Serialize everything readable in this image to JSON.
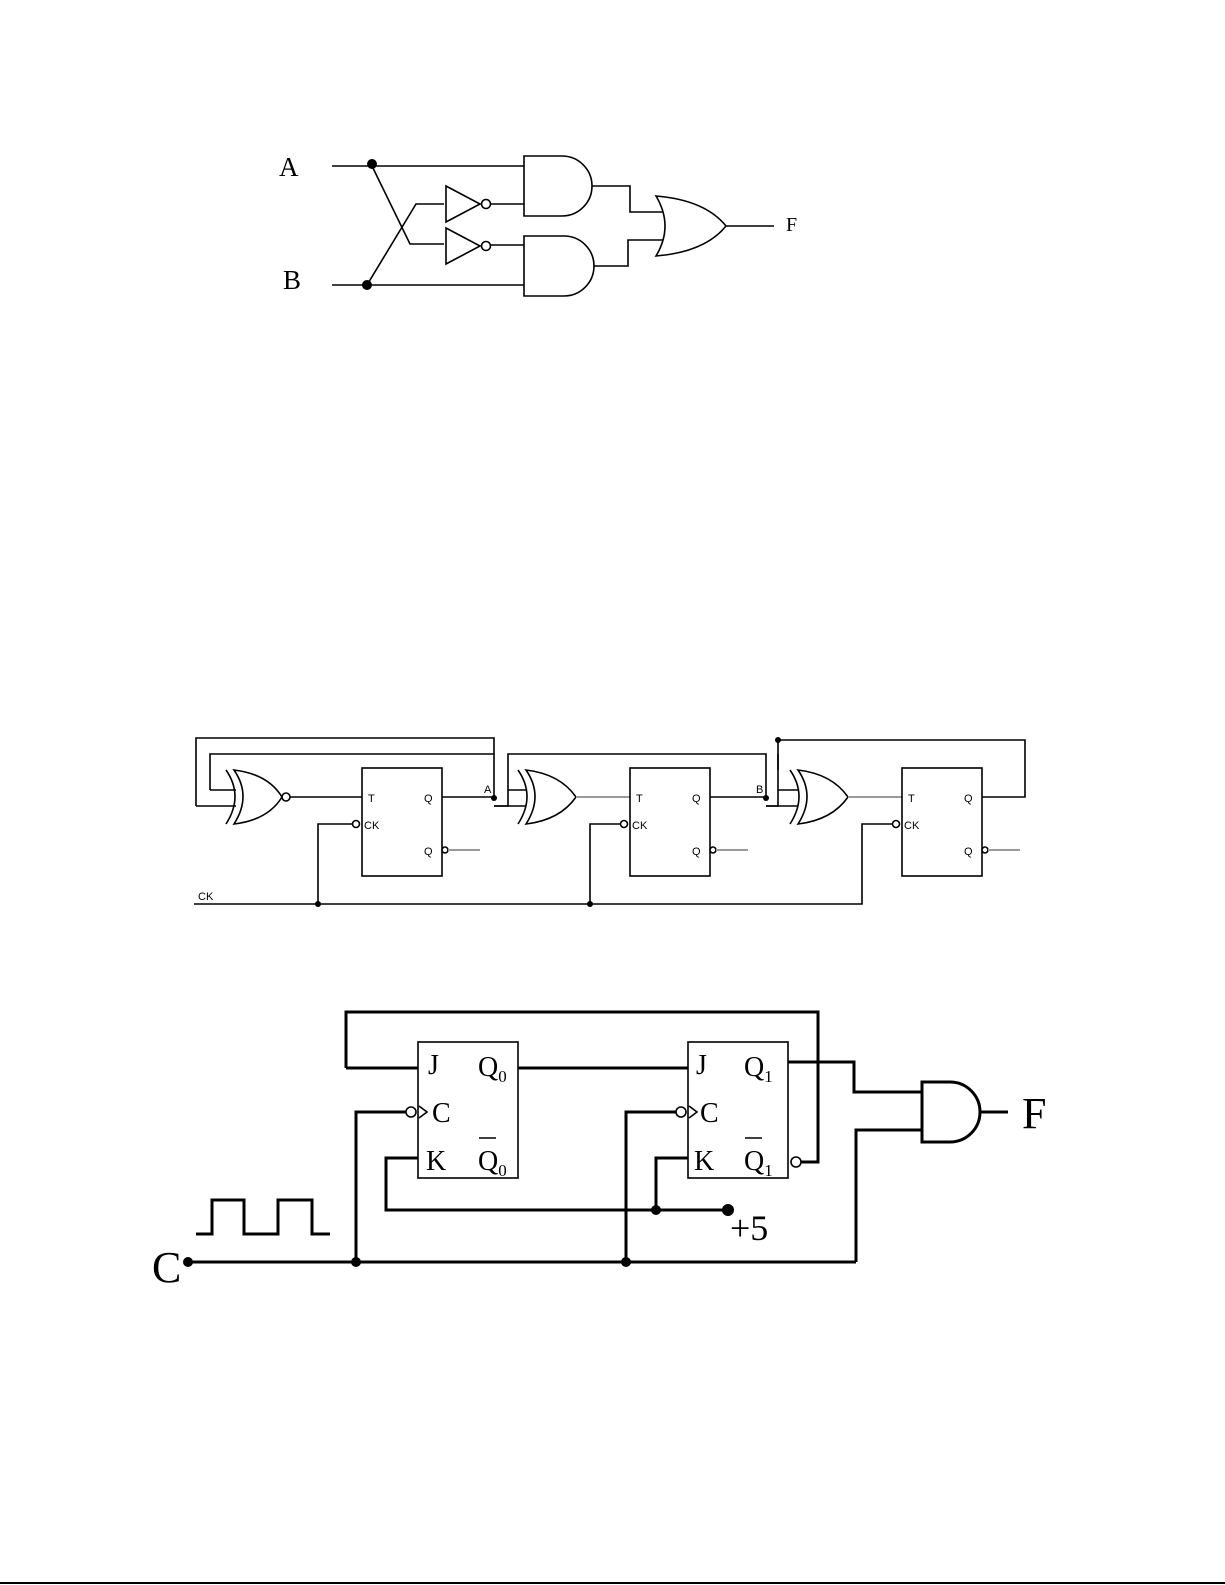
{
  "circuit1": {
    "input_a": "A",
    "input_b": "B",
    "output": "F"
  },
  "circuit2": {
    "clock_label": "CK",
    "node_a": "A",
    "node_b": "B",
    "ff_t": "T",
    "ff_q": "Q",
    "ff_qbar": "Q",
    "ff_ck": "CK"
  },
  "circuit3": {
    "clock_input": "C",
    "supply": "+5",
    "output": "F",
    "j": "J",
    "k": "K",
    "c": "C",
    "q0": "Q",
    "q0_sub": "0",
    "q0bar": "Q",
    "q0bar_sub": "0",
    "q1": "Q",
    "q1_sub": "1",
    "q1bar": "Q",
    "q1bar_sub": "1"
  }
}
